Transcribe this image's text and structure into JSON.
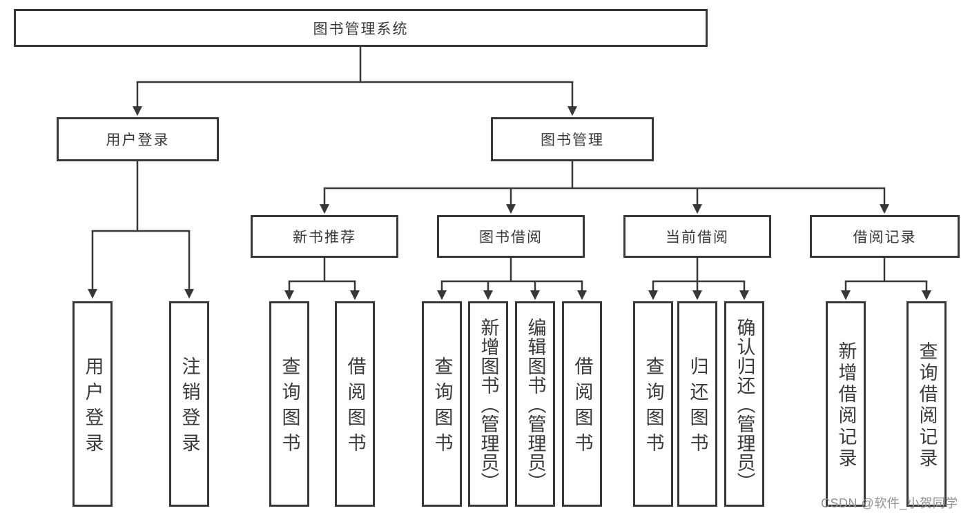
{
  "tree": {
    "root": {
      "label": "图书管理系统"
    },
    "branches": [
      {
        "label": "用户登录",
        "children": [
          {
            "label": "用户登录"
          },
          {
            "label": "注销登录"
          }
        ]
      },
      {
        "label": "图书管理",
        "children": [
          {
            "label": "新书推荐",
            "children": [
              {
                "label": "查询图书"
              },
              {
                "label": "借阅图书"
              }
            ]
          },
          {
            "label": "图书借阅",
            "children": [
              {
                "label": "查询图书"
              },
              {
                "label": "新增图书（管理员）"
              },
              {
                "label": "编辑图书（管理员）"
              },
              {
                "label": "借阅图书"
              }
            ]
          },
          {
            "label": "当前借阅",
            "children": [
              {
                "label": "查询图书"
              },
              {
                "label": "归还图书"
              },
              {
                "label": "确认归还（管理员）"
              }
            ]
          },
          {
            "label": "借阅记录",
            "children": [
              {
                "label": "新增借阅记录"
              },
              {
                "label": "查询借阅记录"
              }
            ]
          }
        ]
      }
    ]
  },
  "watermark": "CSDN @软件_小贺同学",
  "colors": {
    "line": "#373737",
    "box_border": "#373737",
    "text": "#3a3a3a",
    "watermark": "#919191",
    "background": "#ffffff"
  }
}
